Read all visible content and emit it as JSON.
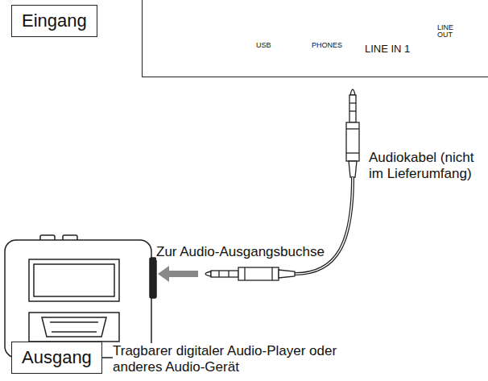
{
  "diagram": {
    "nodes": [
      {
        "text": [
          "Eingang"
        ]
      },
      {
        "text": [
          "PHONES",
          "USB",
          "LINE IN 1",
          "LINE OUT"
        ]
      },
      {
        "text": [
          "Ausgang"
        ]
      }
    ],
    "labels": [
      "Audiokabel (nicht im Lieferumfang)",
      "Zur Audio-Ausgangsbuchse",
      "Tragbarer digitaler Audio-Player oder anderes Audio-Gerät"
    ]
  }
}
